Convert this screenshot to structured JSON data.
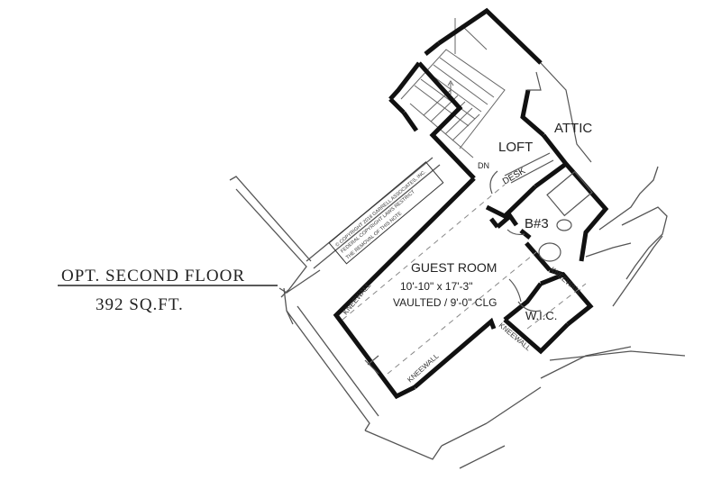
{
  "title": {
    "line1": "OPT. SECOND FLOOR",
    "line2": "392 SQ.FT."
  },
  "rooms": {
    "loft": "LOFT",
    "attic": "ATTIC",
    "desk": "DESK",
    "stairs_dn": "DN",
    "bath": "B#3",
    "guest_room": {
      "name": "GUEST ROOM",
      "size": "10'-10\" x 17'-3\"",
      "ceiling": "VAULTED / 9'-0\" CLG"
    },
    "wic": "W.I.C."
  },
  "kneewall_labels": [
    "KNEEWALL",
    "KNEEWALL",
    "KNEEWALL",
    "KNEEWALL"
  ],
  "copyright": {
    "line1": "© COPYRIGHT 2018 GARRELL ASSOCIATES, INC.",
    "line2": "FEDERAL COPYRIGHT LAWS RESTRICT",
    "line3": "THE REMOVAL OF THIS NOTE"
  },
  "colors": {
    "wall": "#111111",
    "thin_line": "#555555",
    "dashed": "#888888"
  }
}
